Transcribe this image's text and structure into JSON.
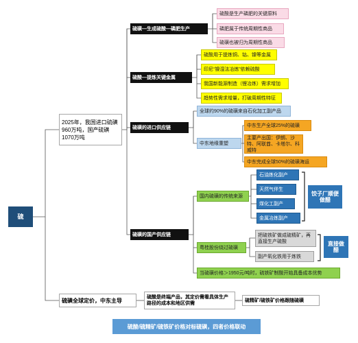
{
  "root": "硫",
  "center": "2025年，我国进口硫磺960万吨，国产硫磺1070万吨",
  "pricing": "硫磺全球定价，中东主导",
  "branches": {
    "b1": {
      "label": "硫磺—生成硫酸—磷肥生产",
      "items": [
        "硫酸是生产磷肥的关键原料",
        "磷肥属于传统周期性商品",
        "硫磺也被归为周期性商品"
      ]
    },
    "b2": {
      "label": "硫酸—提炼关键金属",
      "items": [
        "硫酸用于提炼铜、钴、镍等金属",
        "印尼“镍湿法冶炼”依赖硫酸",
        "我国新能源制造（锂冶炼）需求增加",
        "趋势性需求增量，打破周期性特征"
      ]
    },
    "b3": {
      "label": "硫磺的进口供应链",
      "sub1": "全球约90%的硫磺来自石化加工副产品",
      "sub2": "中东地缘重塑",
      "items": [
        "中东生产全球25%的硫磺",
        "主要产出国：伊朗、沙特、阿联酋、卡塔尔、科威特",
        "中东完成全球50%的硫磺海运"
      ]
    },
    "b4": {
      "label": "硫磺的国产供应链",
      "traditional": "国内硫磺的传统来源",
      "trad_items": [
        "石油炼化副产",
        "天然气伴生",
        "煤化工副产",
        "金属冶炼副产"
      ],
      "callout1": "饺子厂顺便做醋",
      "alt": "粤桂股份绕过硫磺",
      "alt_items": [
        "把硫铁矿做成硫精矿，再直接生产硫酸",
        "副产氧化铁用于炼铁"
      ],
      "callout2": "直接做醋",
      "price": "当硫磺价格＞1950元/吨时，硫铁矿制酸开始具备成本优势"
    }
  },
  "pricing_detail": "硫酸是终端产品，其定价需看具体生产路径的成本和地区供需",
  "pricing_follow": "硫精矿/硫铁矿价格跟随硫磺",
  "bottom": "硫酸/硫精矿/硫铁矿价格对标硫磺，四者价格联动"
}
